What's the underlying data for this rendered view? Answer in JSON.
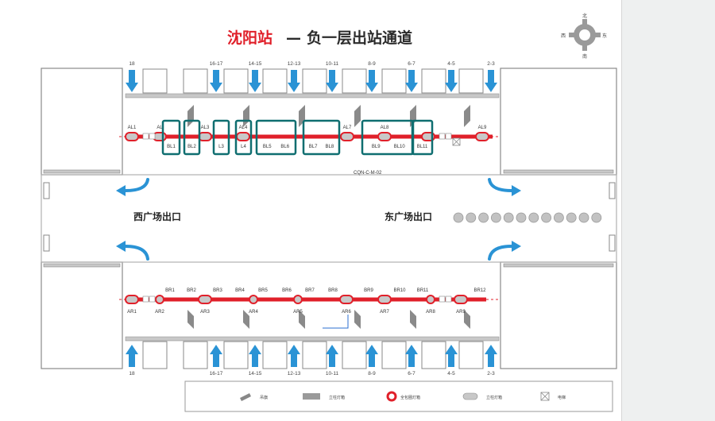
{
  "title": {
    "station": "沈阳站",
    "dash": "—",
    "subtitle": "负一层出站通道"
  },
  "compass": {
    "north": "北",
    "south": "南",
    "west": "西",
    "east": "东"
  },
  "exits": {
    "west": "西广场出口",
    "east": "东广场出口"
  },
  "code_label": "CQN-C-M-02",
  "track_labels_top": [
    "18",
    "16-17",
    "14-15",
    "12-13",
    "10-11",
    "8-9",
    "6-7",
    "4-5",
    "2-3"
  ],
  "track_labels_bottom": [
    "18",
    "16-17",
    "14-15",
    "12-13",
    "10-11",
    "8-9",
    "6-7",
    "4-5",
    "2-3"
  ],
  "upper_row": {
    "al_labels": [
      "AL1",
      "AL",
      "AL3",
      "AL4",
      "AL7",
      "AL8",
      "AL9"
    ],
    "highlight_labels": [
      [
        "BL1"
      ],
      [
        "BL2"
      ],
      [
        "L3"
      ],
      [
        "L4"
      ],
      [
        "BL5",
        "BL6"
      ],
      [
        "BL7",
        "BL8"
      ],
      [
        "BL9",
        "BL10"
      ],
      [
        "BL11"
      ]
    ]
  },
  "lower_row": {
    "br_labels": [
      "BR1",
      "BR2",
      "BR3",
      "BR4",
      "BR5",
      "BR6",
      "BR7",
      "BR8",
      "BR9",
      "BR10",
      "BR11",
      "BR12"
    ],
    "ar_labels": [
      "AR1",
      "AR2",
      "AR3",
      "AR4",
      "AR5",
      "AR6",
      "AR7",
      "AR8",
      "AR9"
    ]
  },
  "legend": [
    "吊旗",
    "立柱灯箱",
    "全包圈灯箱",
    "立柱灯箱",
    "电梯"
  ],
  "colors": {
    "accent_red": "#e0202a",
    "highlight": "#0f6e70",
    "arrow_blue": "#2a93d5"
  },
  "icons": [
    "compass-icon",
    "up-arrow-icon",
    "curved-arrow-icon",
    "elevator-icon"
  ]
}
